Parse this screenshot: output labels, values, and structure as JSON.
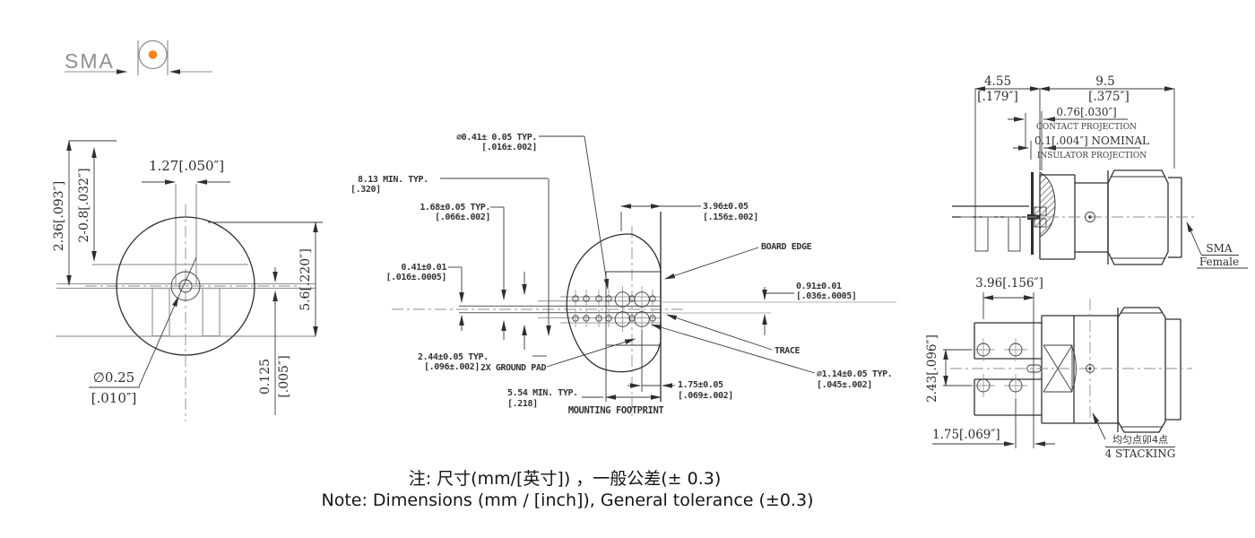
{
  "logo": {
    "brand": "SMA"
  },
  "left_view": {
    "dim_top": "1.27[.050″]",
    "dim_left_outer": "2.36[.093″]",
    "dim_left_inner": "2-0.8[.032″]",
    "dim_right": "5.6[.220″]",
    "dim_trace_mm": "0.125",
    "dim_trace_in": "[.005″]",
    "dia_hole_mm": "∅0.25",
    "dia_hole_in": "[.010″]"
  },
  "footprint": {
    "title": "MOUNTING FOOTPRINT",
    "via_dia": [
      "∅0.41± 0.05 TYP.",
      "[.016±.002]"
    ],
    "trace_len": [
      "8.13 MIN. TYP.",
      "[.320]"
    ],
    "gap": [
      "1.68±0.05 TYP.",
      "[.066±.002]"
    ],
    "trace_w": [
      "0.41±0.01",
      "[.016±.0005]"
    ],
    "pad_w": [
      "2.44±0.05 TYP.",
      "[.096±.002]"
    ],
    "ground_pad": "2X GROUND PAD",
    "pad_len": [
      "5.54 MIN. TYP.",
      "[.218]"
    ],
    "hole_pitch": [
      "1.75±0.05",
      "[.069±.002]"
    ],
    "edge_dist": [
      "3.96±0.05",
      "[.156±.002]"
    ],
    "board_edge": "BOARD EDGE",
    "trace_offset": [
      "0.91±0.01",
      "[.036±.0005]"
    ],
    "trace_lbl": "TRACE",
    "hole_dia": [
      "∅1.14±0.05 TYP.",
      "[.045±.002]"
    ]
  },
  "side_view": {
    "dim_455_mm": "4.55",
    "dim_455_in": "[.179″]",
    "dim_95_mm": "9.5",
    "dim_95_in": "[.375″]",
    "contact_dim": "0.76[.030″]",
    "contact_lbl": "CONTACT PROJECTION",
    "insulator_dim": "0.1[.004″] NOMINAL",
    "insulator_lbl": "INSULATOR PROJECTION",
    "connector_lbl1": "SMA",
    "connector_lbl2": "Female"
  },
  "top_view": {
    "dim_width": "3.96[.156″]",
    "dim_height": "2.43[.096″]",
    "dim_offset": "1.75[.069″]",
    "stacking_cn": "均匀点卯4点",
    "stacking_en": "4 STACKING"
  },
  "notes": {
    "cn": "注: 尺寸(mm/[英寸]) ，一般公差(± 0.3)",
    "en": "Note: Dimensions (mm / [inch]), General tolerance (±0.3)"
  },
  "colors": {
    "line_dark": "#2f2f2f",
    "line_gray": "#9a9a9a",
    "accent_orange": "#f5831f"
  }
}
